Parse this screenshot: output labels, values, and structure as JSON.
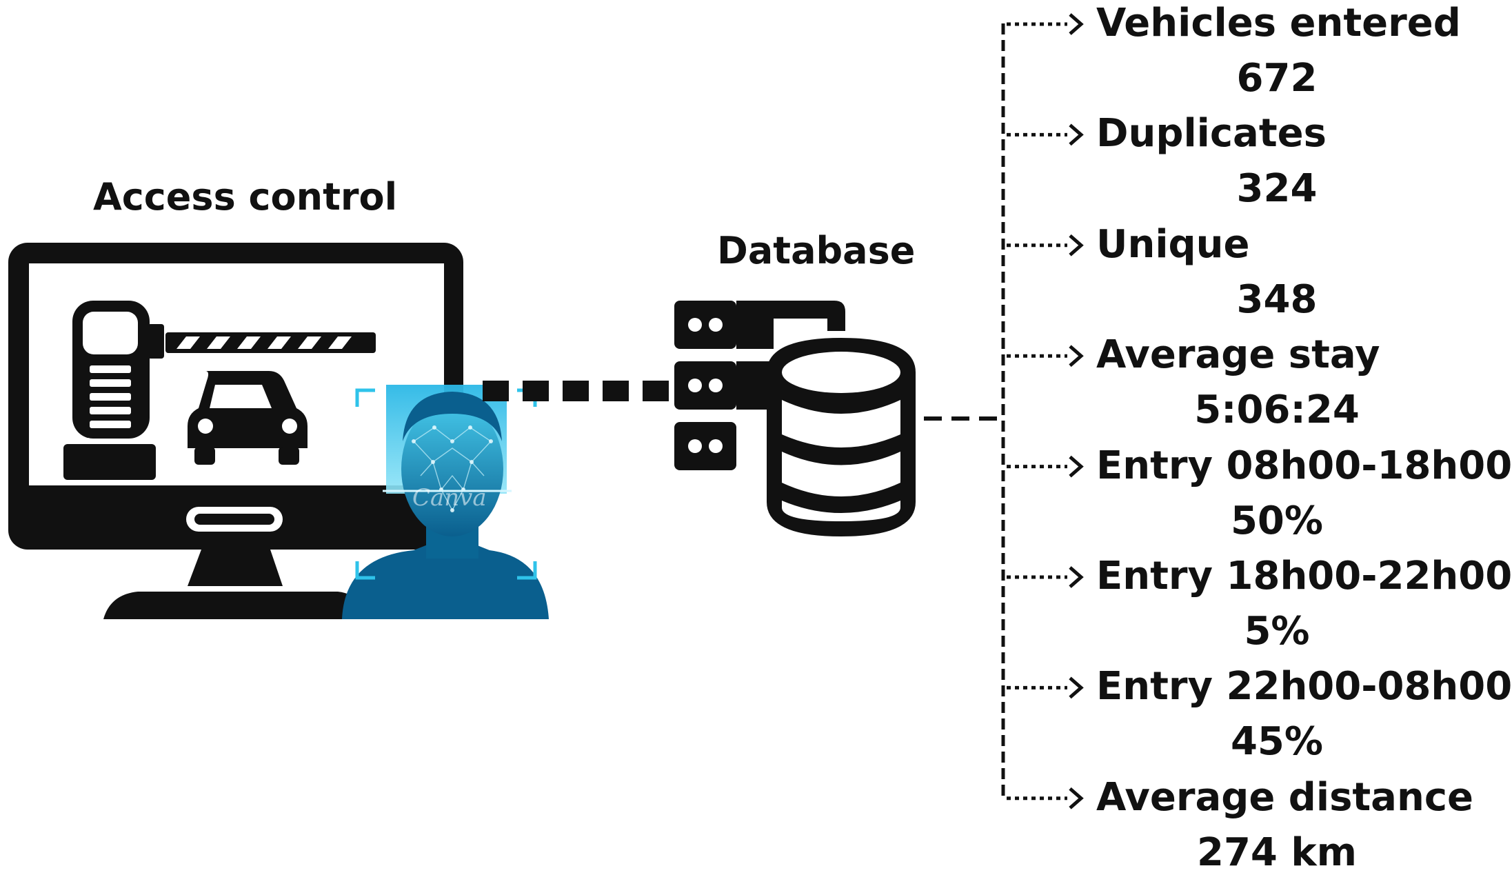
{
  "access_control": {
    "title": "Access control",
    "watermark": "Canva"
  },
  "database": {
    "title": "Database"
  },
  "colors": {
    "ink": "#111111",
    "face_dark": "#0a5f8e",
    "face_light": "#3fc6e8",
    "bracket": "#2fc3ea"
  },
  "metrics": [
    {
      "name": "Vehicles entered",
      "value": "672"
    },
    {
      "name": "Duplicates",
      "value": "324"
    },
    {
      "name": "Unique",
      "value": "348"
    },
    {
      "name": "Average stay",
      "value": "5:06:24"
    },
    {
      "name": "Entry 08h00-18h00",
      "value": "50%"
    },
    {
      "name": "Entry 18h00-22h00",
      "value": "5%"
    },
    {
      "name": "Entry 22h00-08h00",
      "value": "45%"
    },
    {
      "name": "Average distance",
      "value": "274 km"
    }
  ]
}
